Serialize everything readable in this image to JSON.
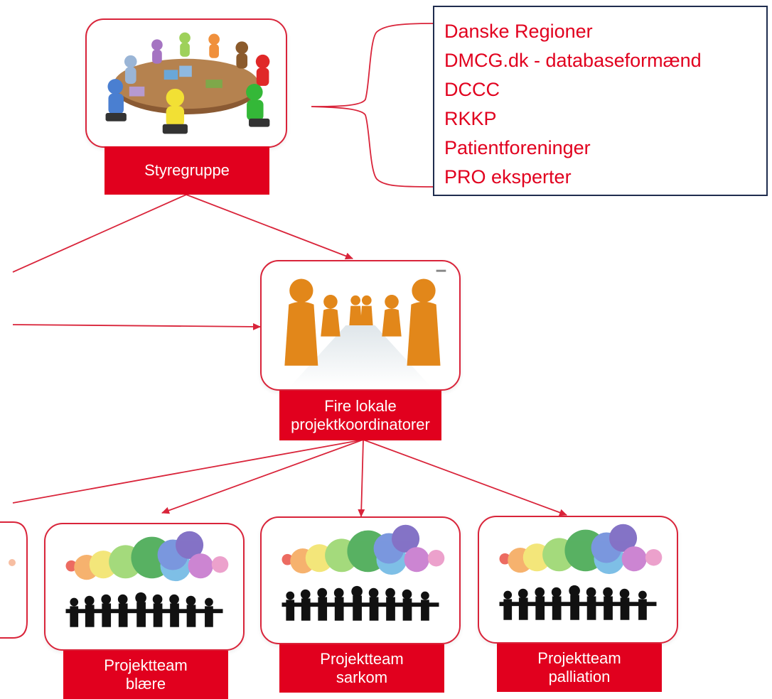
{
  "colors": {
    "accent": "#e1001e",
    "frame": "#1f2d4e",
    "line": "#d9243a"
  },
  "steering": {
    "label": "Styregruppe",
    "image": "round-table-meeting-figures",
    "members": [
      "Danske Regioner",
      "DMCG.dk -  databaseformænd",
      "DCCC",
      "RKKP",
      "Patientforeninger",
      "PRO eksperter"
    ]
  },
  "coordinators": {
    "label": "Fire lokale\nprojektkoordinatorer",
    "image": "orange-figures-conference"
  },
  "teams": [
    {
      "label": "Projektteam\nblære",
      "image": "speech-bubbles-silhouettes"
    },
    {
      "label": "Projektteam\nsarkom",
      "image": "speech-bubbles-silhouettes"
    },
    {
      "label": "Projektteam\npalliation",
      "image": "speech-bubbles-silhouettes"
    }
  ]
}
